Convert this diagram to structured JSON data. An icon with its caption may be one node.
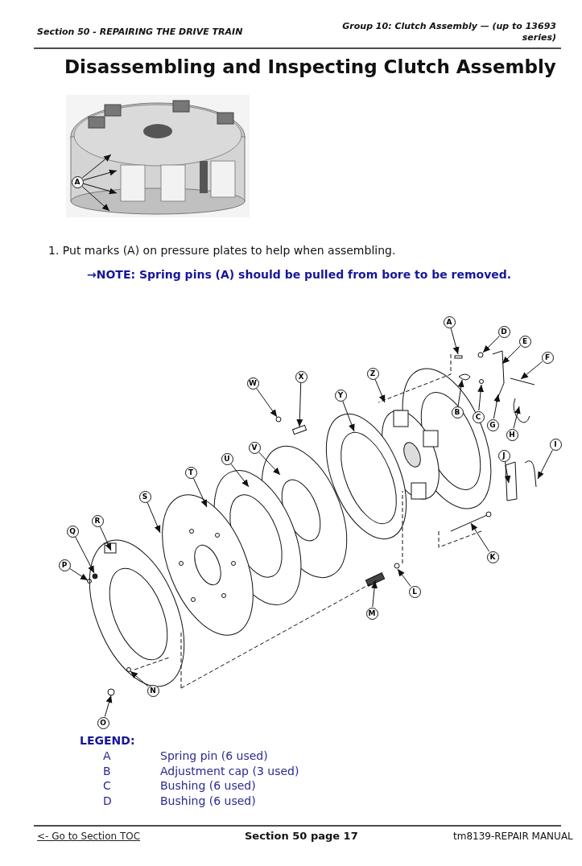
{
  "diagram": {
    "title": "Disassembling and Inspecting Clutch Assembly",
    "nodes": [
      {
        "text": [],
        "shape": "picture"
      },
      {
        "text": [
          "A"
        ],
        "in": 0
      },
      {
        "text": [
          "A"
        ]
      },
      {
        "text": [
          "D"
        ]
      },
      {
        "text": [
          "E"
        ]
      },
      {
        "text": [
          "F"
        ]
      },
      {
        "text": [
          "Z"
        ]
      },
      {
        "text": [
          "X"
        ]
      },
      {
        "text": [
          "Y"
        ]
      },
      {
        "text": [
          "W"
        ]
      },
      {
        "text": [
          "B"
        ]
      },
      {
        "text": [
          "C"
        ]
      },
      {
        "text": [
          "G"
        ]
      },
      {
        "text": [
          "H"
        ]
      },
      {
        "text": [
          "V"
        ]
      },
      {
        "text": [
          "I"
        ]
      },
      {
        "text": [
          "J"
        ]
      },
      {
        "text": [
          "U"
        ]
      },
      {
        "text": [
          "T"
        ]
      },
      {
        "text": [
          "S"
        ]
      },
      {
        "text": [
          "R"
        ]
      },
      {
        "text": [
          "K"
        ]
      },
      {
        "text": [
          "Q"
        ]
      },
      {
        "text": [
          "P"
        ]
      },
      {
        "text": [
          "L"
        ]
      },
      {
        "text": [
          "M"
        ]
      },
      {
        "text": [
          "N"
        ]
      },
      {
        "text": [
          "O"
        ]
      }
    ],
    "edges": [
      {
        "from": 1,
        "to": 0,
        "arrow": "to"
      },
      {
        "from": 1,
        "to": 0,
        "arrow": "to"
      },
      {
        "from": 1,
        "to": 0,
        "arrow": "to"
      },
      {
        "from": 1,
        "to": 0,
        "arrow": "to"
      },
      {
        "from": 2,
        "to": null,
        "arrow": "to"
      },
      {
        "from": 3,
        "to": null,
        "arrow": "to"
      },
      {
        "from": 4,
        "to": null,
        "arrow": "to"
      },
      {
        "from": 5,
        "to": null,
        "arrow": "to"
      },
      {
        "from": 6,
        "to": null,
        "arrow": "to"
      },
      {
        "from": 7,
        "to": null,
        "arrow": "to"
      },
      {
        "from": 8,
        "to": null,
        "arrow": "to"
      },
      {
        "from": 9,
        "to": null,
        "arrow": "to"
      },
      {
        "from": 10,
        "to": null,
        "arrow": "to"
      },
      {
        "from": 11,
        "to": null,
        "arrow": "to"
      },
      {
        "from": 12,
        "to": null,
        "arrow": "to"
      },
      {
        "from": 13,
        "to": null,
        "arrow": "to"
      },
      {
        "from": 14,
        "to": null,
        "arrow": "to"
      },
      {
        "from": 15,
        "to": null,
        "arrow": "to"
      },
      {
        "from": 16,
        "to": null,
        "arrow": "to"
      },
      {
        "from": 17,
        "to": null,
        "arrow": "to"
      },
      {
        "from": 18,
        "to": null,
        "arrow": "to"
      },
      {
        "from": 19,
        "to": null,
        "arrow": "to"
      },
      {
        "from": 20,
        "to": null,
        "arrow": "to"
      },
      {
        "from": 21,
        "to": null,
        "arrow": "to"
      },
      {
        "from": 22,
        "to": null,
        "arrow": "to"
      },
      {
        "from": 23,
        "to": null,
        "arrow": "to"
      },
      {
        "from": 24,
        "to": null,
        "arrow": "to"
      },
      {
        "from": 25,
        "to": null,
        "arrow": "to"
      },
      {
        "from": 26,
        "to": null,
        "arrow": "to"
      },
      {
        "from": 27,
        "to": null,
        "arrow": "to"
      }
    ],
    "labels": [
      "Section 50 - REPAIRING THE DRIVE TRAIN",
      "Group 10: Clutch Assembly — (up to 13693 series)",
      "1. Put marks (A) on pressure plates to help when assembling.",
      "→NOTE: Spring pins (A) should be pulled from bore to be removed.",
      "LEGEND:",
      "A",
      "Spring pin (6 used)",
      "B",
      "Adjustment cap (3 used)",
      "C",
      "Bushing (6 used)",
      "D",
      "Bushing (6 used)",
      "<- Go to Section TOC",
      "Section 50 page 17",
      "tm8139-REPAIR MANUAL"
    ]
  }
}
